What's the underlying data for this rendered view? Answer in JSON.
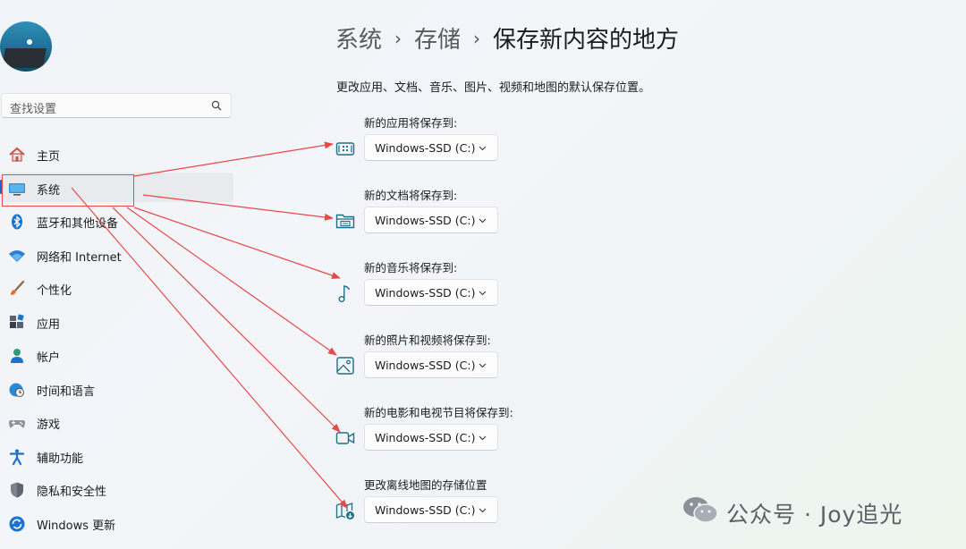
{
  "sidebar": {
    "search_placeholder": "查找设置",
    "items": [
      {
        "label": "主页",
        "icon": "home-icon"
      },
      {
        "label": "系统",
        "icon": "system-monitor-icon",
        "active": true
      },
      {
        "label": "蓝牙和其他设备",
        "icon": "bluetooth-icon"
      },
      {
        "label": "网络和 Internet",
        "icon": "wifi-icon"
      },
      {
        "label": "个性化",
        "icon": "brush-icon"
      },
      {
        "label": "应用",
        "icon": "apps-icon"
      },
      {
        "label": "帐户",
        "icon": "account-icon"
      },
      {
        "label": "时间和语言",
        "icon": "globe-clock-icon"
      },
      {
        "label": "游戏",
        "icon": "gamepad-icon"
      },
      {
        "label": "辅助功能",
        "icon": "accessibility-icon"
      },
      {
        "label": "隐私和安全性",
        "icon": "shield-icon"
      },
      {
        "label": "Windows 更新",
        "icon": "update-icon"
      }
    ]
  },
  "breadcrumb": {
    "level1": "系统",
    "level2": "存储",
    "level3": "保存新内容的地方",
    "separator": "›"
  },
  "description": "更改应用、文档、音乐、图片、视频和地图的默认保存位置。",
  "groups": [
    {
      "label": "新的应用将保存到:",
      "value": "Windows-SSD (C:)",
      "icon": "app-storage-icon"
    },
    {
      "label": "新的文档将保存到:",
      "value": "Windows-SSD (C:)",
      "icon": "document-folder-icon"
    },
    {
      "label": "新的音乐将保存到:",
      "value": "Windows-SSD (C:)",
      "icon": "music-note-icon"
    },
    {
      "label": "新的照片和视频将保存到:",
      "value": "Windows-SSD (C:)",
      "icon": "image-icon"
    },
    {
      "label": "新的电影和电视节目将保存到:",
      "value": "Windows-SSD (C:)",
      "icon": "video-camera-icon"
    },
    {
      "label": "更改离线地图的存储位置",
      "value": "Windows-SSD (C:)",
      "icon": "offline-map-icon"
    }
  ],
  "watermark": {
    "text": "公众号 · Joy追光",
    "icon": "wechat-icon"
  },
  "colors": {
    "accent": "#1f63c6",
    "annotation": "#e8484a",
    "icon_teal": "#1c6f86"
  }
}
